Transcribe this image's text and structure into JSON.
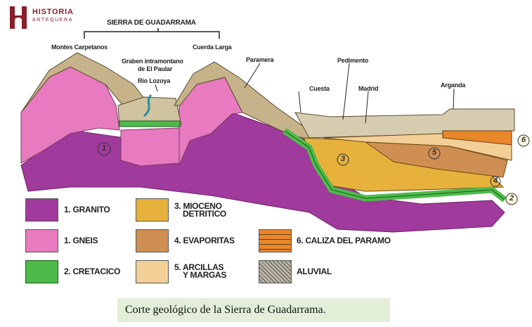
{
  "logo": {
    "line1": "HISTORIA",
    "line2": "ANTEQUERA"
  },
  "diagram": {
    "title": "SIERRA DE GUADARRAMA",
    "labels": {
      "montes": "Montes Carpetanos",
      "cuerda": "Cuerda Larga",
      "graben1": "Graben intramontano",
      "graben2": "de El Paular",
      "rio": "Rio Lozoya",
      "paramera": "Paramera",
      "pedimento": "Pedimento",
      "cuesta": "Cuesta",
      "madrid": "Madrid",
      "arganda": "Arganda"
    },
    "numbers": {
      "n1": "1",
      "n2": "2",
      "n3": "3",
      "n4": "4",
      "n5": "5",
      "n6": "6"
    }
  },
  "legend": {
    "granito": "1. GRANITO",
    "gneis": "1. GNEIS",
    "cretacico": "2. CRETACICO",
    "mioceno1": "3. MIOCENO",
    "mioceno2": "DETRITICO",
    "evaporitas": "4. EVAPORITAS",
    "arcillas1": "5. ARCILLAS",
    "arcillas2": "Y MARGAS",
    "caliza": "6. CALIZA DEL PARAMO",
    "aluvial": "ALUVIAL"
  },
  "colors": {
    "granito": "#a03a9c",
    "gneis": "#e87bc0",
    "cretacico": "#4dbb4a",
    "mioceno": "#e6b23c",
    "evaporitas": "#d08f52",
    "arcillas": "#f3cf98",
    "caliza": "#e8882a",
    "aluvial": "#bdb6a2",
    "crust": "#c7b38a",
    "logo": "#8a1e2b",
    "caption_bg": "#e3eed8"
  },
  "caption": "Corte geológico de la Sierra de Guadarrama."
}
